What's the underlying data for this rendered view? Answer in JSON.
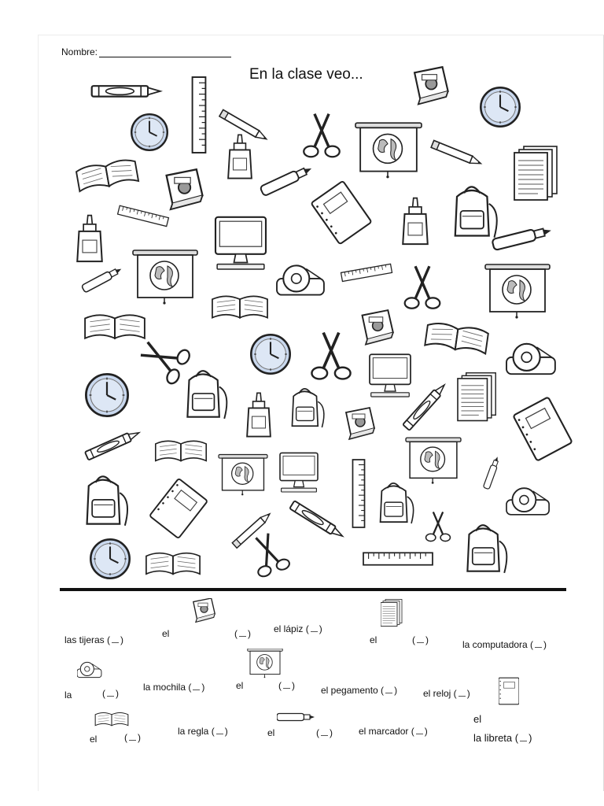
{
  "worksheet": {
    "name_label": "Nombre:",
    "title": "En la clase veo..."
  },
  "vocab": {
    "tijeras": "las tijeras (",
    "el_sacapuntas_article": "el",
    "el_sacapuntas_paren": "(",
    "lapiz": "el lápiz (",
    "el_papel_article": "el",
    "el_papel_paren": "(",
    "computadora": "la computadora (",
    "la_cinta_article": "la",
    "la_cinta_paren": "(",
    "mochila": "la mochila (",
    "el_pizarra_article": "el",
    "el_pizarra_paren": "(",
    "pegamento": "el pegamento (",
    "reloj": "el reloj (",
    "el_libreta_article": "el",
    "libreta": "la libreta (",
    "el_libro_article": "el",
    "el_libro_paren": "(",
    "regla": "la regla (",
    "el_pluma_article": "el",
    "el_pluma_paren": "(",
    "marcador": "el marcador (",
    "close_paren": ")"
  },
  "icons": {
    "stroke": "#222222",
    "clock_face": "#c9d8ee"
  }
}
